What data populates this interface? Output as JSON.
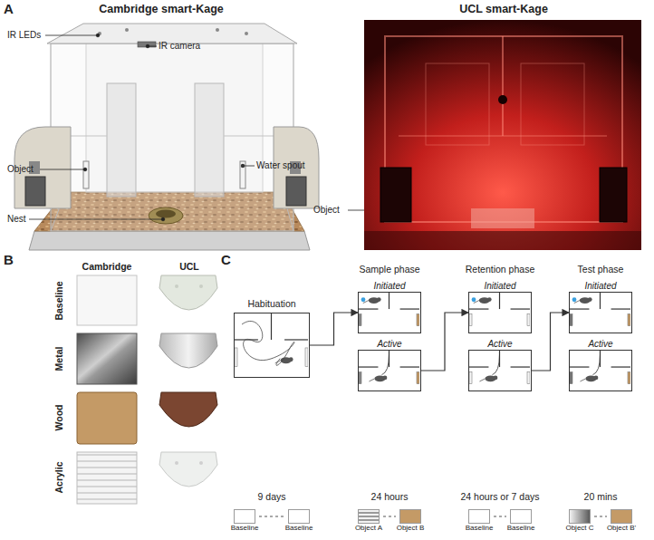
{
  "diagram": {
    "nodes": [
      {
        "text": [
          "Habituation"
        ]
      },
      {
        "text": [
          "Initiated"
        ]
      },
      {
        "text": [
          "Active"
        ]
      },
      {
        "text": [
          "Initiated"
        ]
      },
      {
        "text": [
          "Active"
        ]
      },
      {
        "text": [
          "Initiated"
        ]
      },
      {
        "text": [
          "Active"
        ]
      },
      {
        "text": [
          "Baseline"
        ]
      },
      {
        "text": [
          "Baseline"
        ]
      },
      {
        "text": [
          "Object A"
        ]
      },
      {
        "text": [
          "Object B"
        ]
      },
      {
        "text": [
          "Baseline"
        ]
      },
      {
        "text": [
          "Baseline"
        ]
      },
      {
        "text": [
          "Object C"
        ]
      },
      {
        "text": [
          "Object B'"
        ]
      }
    ],
    "edges": [
      {
        "from": 0,
        "to": 1,
        "arrow": "to"
      },
      {
        "from": 2,
        "to": 3,
        "arrow": "to"
      },
      {
        "from": 4,
        "to": 5,
        "arrow": "to"
      }
    ],
    "labels": [
      "A",
      "Cambridge smart-Kage",
      "UCL smart-Kage",
      "IR LEDs",
      "IR camera",
      "Object",
      "Water spout",
      "Nest",
      "Object",
      "B",
      "Cambridge",
      "UCL",
      "Baseline",
      "Metal",
      "Wood",
      "Acrylic",
      "C",
      "Sample phase",
      "Retention phase",
      "Test phase",
      "9 days",
      "24 hours",
      "24 hours or 7 days",
      "20 mins"
    ]
  }
}
